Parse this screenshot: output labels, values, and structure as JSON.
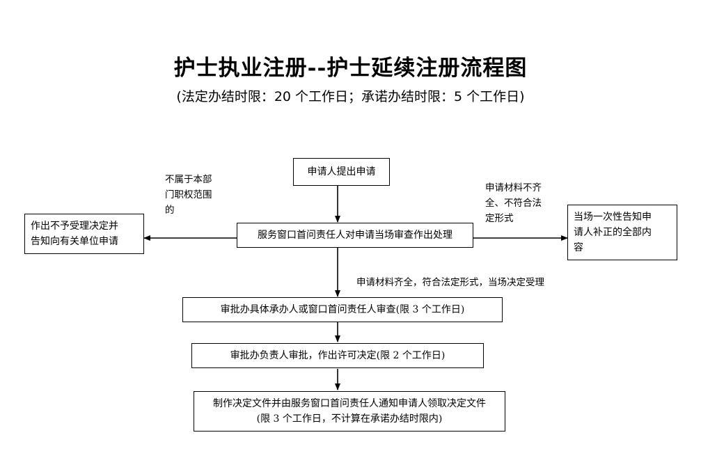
{
  "title": "护士执业注册--护士延续注册流程图",
  "subtitle": "(法定办结时限：20 个工作日；承诺办结时限：5 个工作日)",
  "nodes": {
    "apply": "申请人提出申请",
    "service_window": "服务窗口首问责任人对申请当场审查作出处理",
    "reject": [
      "作出不予受理决定并",
      "告知向有关单位申请"
    ],
    "notify_supplement": [
      "当场一次性告知申",
      "请人补正的全部内",
      "容"
    ],
    "review": "审批办具体承办人或窗口首问责任人审查(限 3 个工作日)",
    "approve": "审批办负责人审批，作出许可决定(限 2 个工作日)",
    "issue": [
      "制作决定文件并由服务窗口首问责任人通知申请人领取决定文件",
      "(限 3 个工作日，不计算在承诺办结时限内)"
    ]
  },
  "edge_labels": {
    "not_in_scope": [
      "不属于本部",
      "门职权范围",
      "的"
    ],
    "incomplete": [
      "申请材料不齐",
      "全、不符合法",
      "定形式"
    ],
    "accepted": "申请材料齐全，符合法定形式，当场决定受理"
  }
}
